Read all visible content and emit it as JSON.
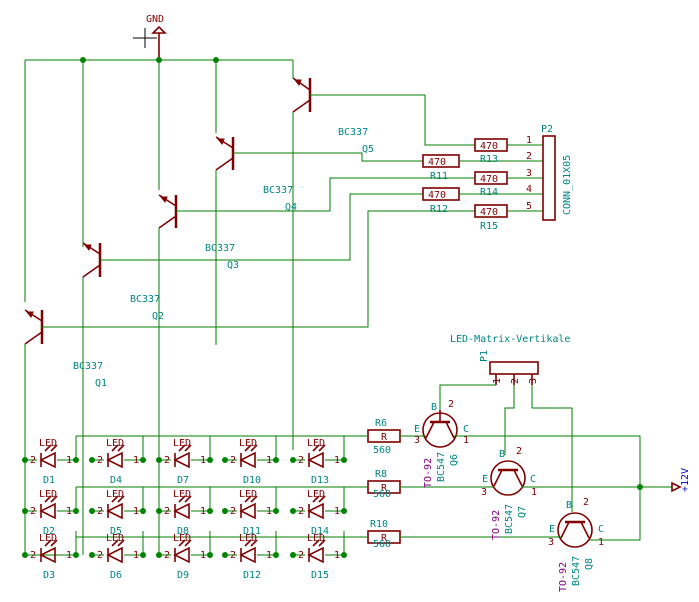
{
  "labels": {
    "gnd": "GND",
    "supply": "+12V"
  },
  "transistors": {
    "q1_type": "BC337",
    "q1_ref": "Q1",
    "q2_type": "BC337",
    "q2_ref": "Q2",
    "q3_type": "BC337",
    "q3_ref": "Q3",
    "q4_type": "BC337",
    "q4_ref": "Q4",
    "q5_type": "BC337",
    "q5_ref": "Q5"
  },
  "resistors": {
    "r13_value": "470",
    "r13_ref": "R13",
    "r11_value": "470",
    "r11_ref": "R11",
    "r14_value": "470",
    "r14_ref": "R14",
    "r12_value": "470",
    "r12_ref": "R12",
    "r15_value": "470",
    "r15_ref": "R15",
    "r6_ref": "R6",
    "r6_body": "R",
    "r6_value": "560",
    "r8_ref": "R8",
    "r8_body": "R",
    "r8_value": "560",
    "r10_ref": "R10",
    "r10_body": "R",
    "r10_value": "560"
  },
  "connectors": {
    "p2_ref": "P2",
    "p2_type": "CONN_01X05",
    "p2_pins": [
      "1",
      "2",
      "3",
      "4",
      "5"
    ],
    "p1_title": "LED-Matrix-Vertikale",
    "p1_ref": "P1",
    "p1_pins": [
      "1",
      "2",
      "3"
    ]
  },
  "bc547": {
    "type": "BC547",
    "package": "TO-92",
    "base": "B",
    "emitter": "E",
    "collector": "C",
    "pin1": "1",
    "pin2": "2",
    "pin3": "3",
    "q6_ref": "Q6",
    "q7_ref": "Q7",
    "q8_ref": "Q8"
  },
  "leds": {
    "part": "LED",
    "pin1": "1",
    "pin2": "2",
    "refs": [
      [
        "D1",
        "D4",
        "D7",
        "D10",
        "D13"
      ],
      [
        "D2",
        "D5",
        "D8",
        "D11",
        "D14"
      ],
      [
        "D3",
        "D6",
        "D9",
        "D12",
        "D15"
      ]
    ]
  }
}
